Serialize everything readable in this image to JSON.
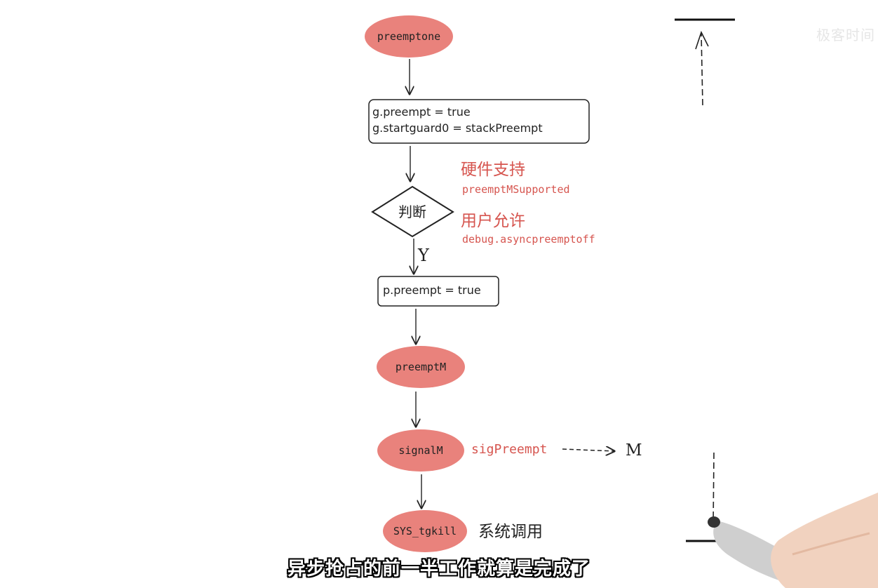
{
  "nodes": {
    "preemptone": "preemptone",
    "set_preempt_line1": "g.preempt = true",
    "set_preempt_line2": "g.startguard0 = stackPreempt",
    "decision": "判断",
    "p_preempt": "p.preempt = true",
    "preemptM": "preemptM",
    "signalM": "signalM",
    "sys_tgkill": "SYS_tgkill"
  },
  "annotations": {
    "hardware_support": "硬件支持",
    "hardware_var": "preemptMSupported",
    "user_allow": "用户允许",
    "user_var": "debug.asyncpreemptoff",
    "yes_branch": "Y",
    "signal_name": "sigPreempt",
    "signal_target": "M",
    "syscall_note": "系统调用"
  },
  "subtitle": "异步抢占的前一半工作就算是完成了",
  "watermark": "极客时间",
  "colors": {
    "ellipse_fill": "#e9827c",
    "annotation_red": "#d6554f",
    "line": "#222222"
  }
}
